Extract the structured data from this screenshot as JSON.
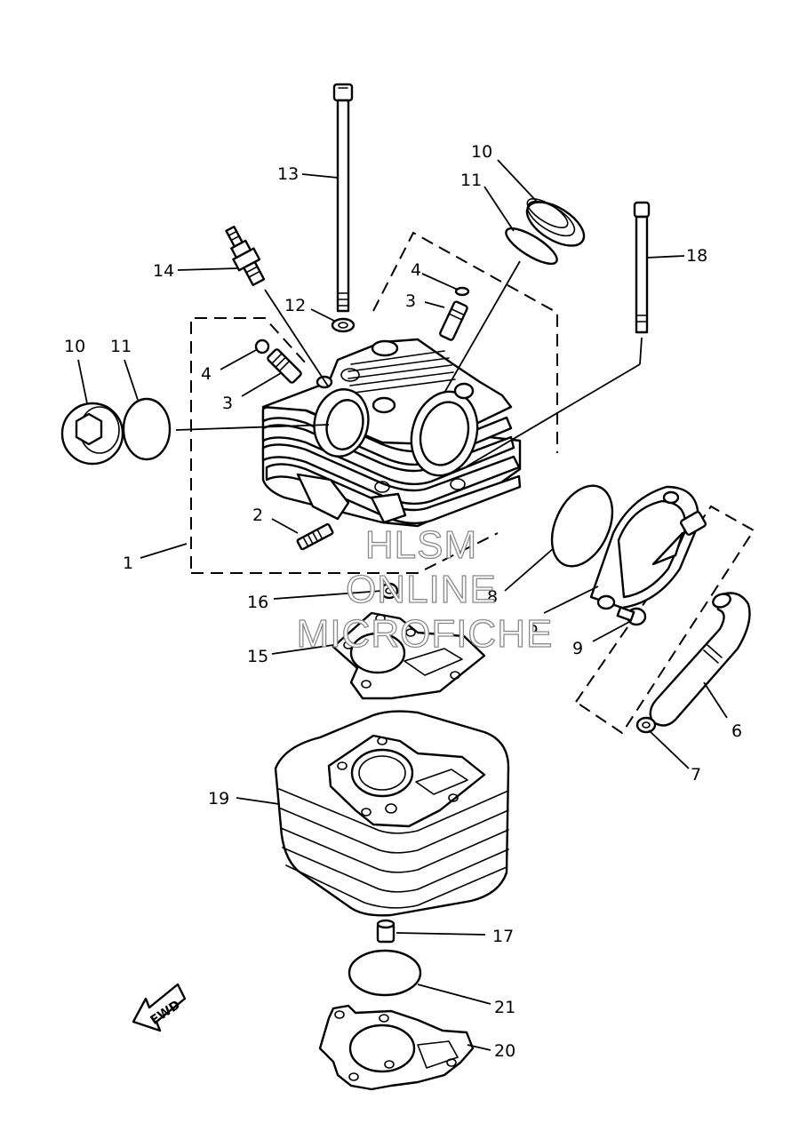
{
  "watermark": {
    "line1": "HLSM",
    "line2": "ONLINE",
    "line3": "MICROFICHE"
  },
  "direction_arrow": {
    "label": "FWD",
    "icon": "forward-arrow-icon"
  },
  "callouts": {
    "c1": "1",
    "c2": "2",
    "c3a": "3",
    "c3b": "3",
    "c4a": "4",
    "c4b": "4",
    "c5": "5",
    "c6": "6",
    "c7": "7",
    "c8": "8",
    "c9": "9",
    "c10a": "10",
    "c10b": "10",
    "c11a": "11",
    "c11b": "11",
    "c12": "12",
    "c13": "13",
    "c14": "14",
    "c15": "15",
    "c16": "16",
    "c17": "17",
    "c18": "18",
    "c19": "19",
    "c20": "20",
    "c21": "21"
  }
}
